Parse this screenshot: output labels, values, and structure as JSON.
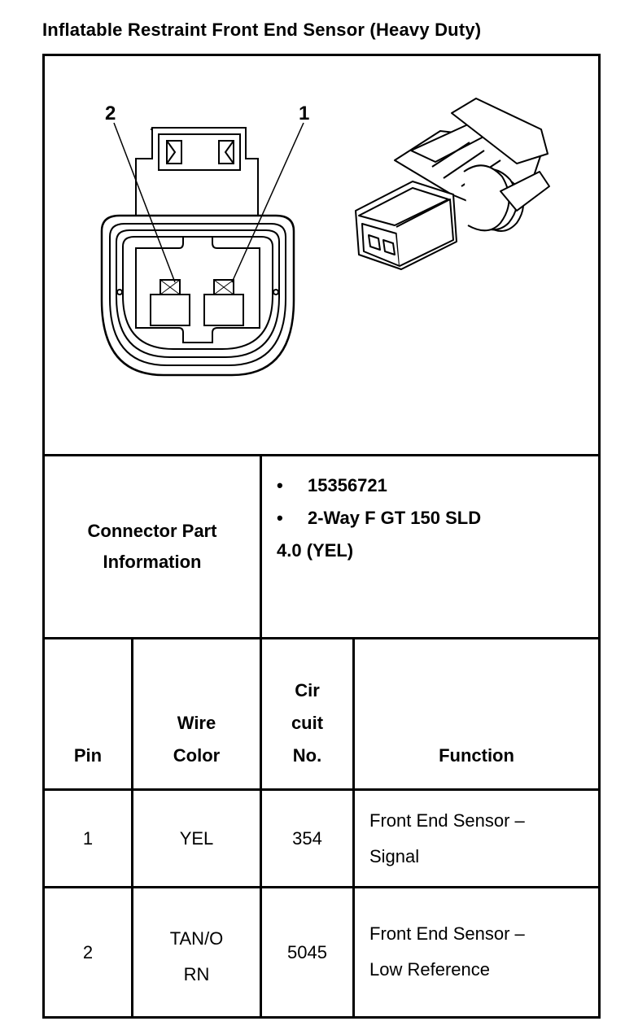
{
  "title": "Inflatable Restraint Front End Sensor (Heavy Duty)",
  "diagram": {
    "pin_labels": [
      "2",
      "1"
    ]
  },
  "connector_info": {
    "label_line1": "Connector Part",
    "label_line2": "Information",
    "bullets": [
      "15356721",
      "2-Way F GT 150 SLD"
    ],
    "bullet_continuation": "4.0 (YEL)"
  },
  "table": {
    "headers": {
      "pin": "Pin",
      "wire_color_line1": "Wire",
      "wire_color_line2": "Color",
      "circuit_line1": "Cir",
      "circuit_line2": "cuit",
      "circuit_line3": "No.",
      "function": "Function"
    },
    "rows": [
      {
        "pin": "1",
        "wire_line1": "YEL",
        "wire_line2": "",
        "circuit": "354",
        "function_line1": "Front End Sensor –",
        "function_line2": "Signal"
      },
      {
        "pin": "2",
        "wire_line1": "TAN/O",
        "wire_line2": "RN",
        "circuit": "5045",
        "function_line1": "Front End Sensor –",
        "function_line2": "Low Reference"
      }
    ]
  }
}
